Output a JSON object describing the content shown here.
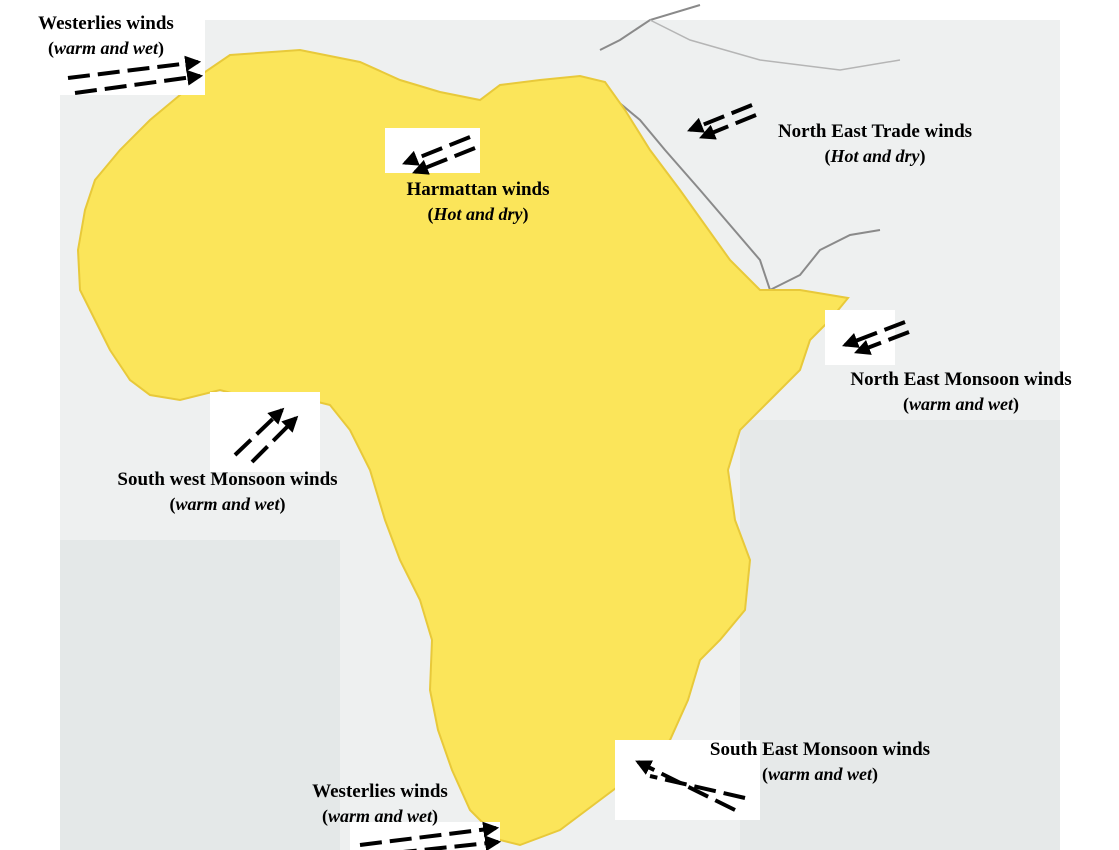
{
  "colors": {
    "land": "#fbe55a",
    "land_edge": "#e8c93a",
    "ocean": "#eef0f0",
    "border": "#8a8a8a",
    "arrow": "#000000"
  },
  "labels": {
    "westerlies_north": {
      "name": "Westerlies winds",
      "note": "warm and wet"
    },
    "harmattan": {
      "name": "Harmattan winds",
      "note": "Hot and dry"
    },
    "ne_trade": {
      "name": "North East Trade winds",
      "note": "Hot and dry"
    },
    "ne_monsoon": {
      "name": "North East Monsoon winds",
      "note": "warm and wet"
    },
    "sw_monsoon": {
      "name": "South west Monsoon winds",
      "note": "warm and wet"
    },
    "se_monsoon": {
      "name": "South East Monsoon winds",
      "note": "warm and wet"
    },
    "westerlies_south": {
      "name": "Westerlies winds",
      "note": "warm and wet"
    }
  },
  "arrows": [
    {
      "id": "westerlies-north-arrow",
      "direction": "east"
    },
    {
      "id": "harmattan-arrow",
      "direction": "south-west"
    },
    {
      "id": "ne-trade-arrow",
      "direction": "south-west"
    },
    {
      "id": "ne-monsoon-arrow",
      "direction": "south-west"
    },
    {
      "id": "sw-monsoon-arrow",
      "direction": "north-east"
    },
    {
      "id": "se-monsoon-arrow",
      "direction": "north-west"
    },
    {
      "id": "westerlies-south-arrow",
      "direction": "east"
    }
  ]
}
